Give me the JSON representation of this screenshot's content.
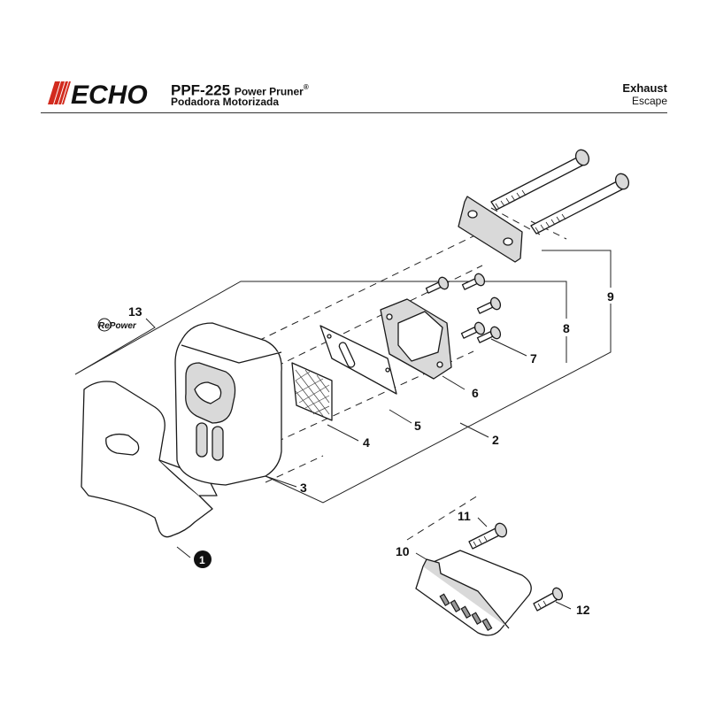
{
  "header": {
    "brand": "ECHO",
    "model_code": "PPF-225",
    "model_name": "Power Pruner",
    "model_name_mark": "®",
    "model_name_es": "Podadora Motorizada",
    "section_title": "Exhaust",
    "section_title_es": "Escape"
  },
  "repower_label": "RePower",
  "callouts": {
    "c1": "1",
    "c2": "2",
    "c3": "3",
    "c4": "4",
    "c5": "5",
    "c6": "6",
    "c7": "7",
    "c8": "8",
    "c9": "9",
    "c10": "10",
    "c11": "11",
    "c12": "12",
    "c13": "13"
  },
  "colors": {
    "ink": "#111111",
    "logo_red": "#d22b1e",
    "part_fill": "#d9d9d9"
  }
}
